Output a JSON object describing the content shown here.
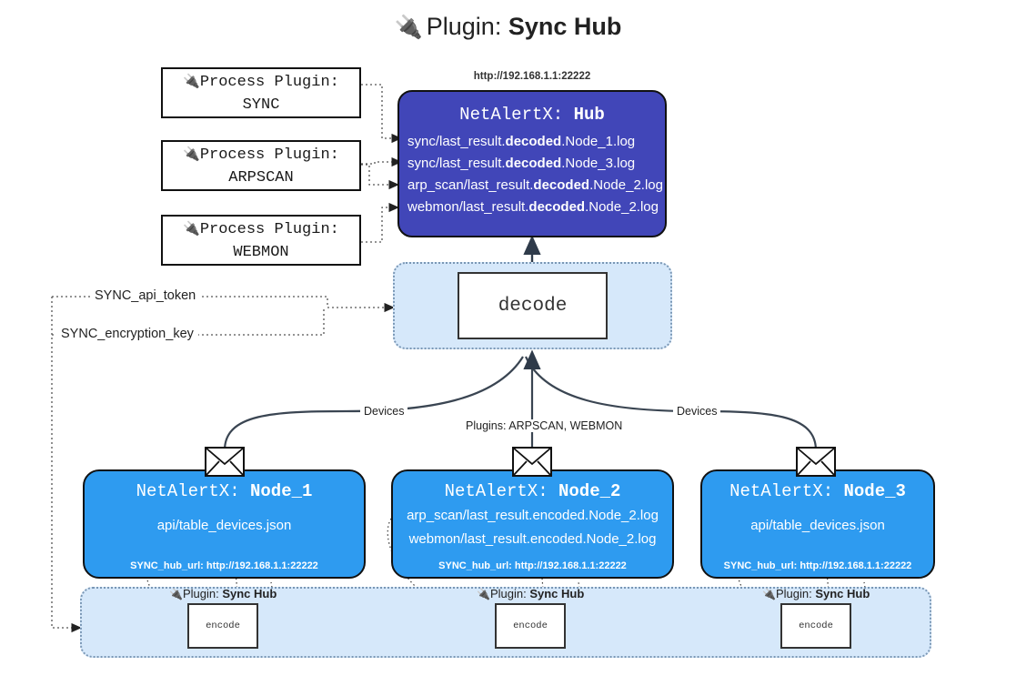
{
  "title": {
    "plug_icon": "plug-icon",
    "prefix": "Plugin: ",
    "name": "Sync Hub"
  },
  "process_plugins": [
    {
      "label": "Process Plugin:",
      "value": "SYNC",
      "icon": "plug-icon"
    },
    {
      "label": "Process Plugin:",
      "value": "ARPSCAN",
      "icon": "plug-icon"
    },
    {
      "label": "Process Plugin:",
      "value": "WEBMON",
      "icon": "plug-icon"
    }
  ],
  "hub": {
    "url": "http://192.168.1.1:22222",
    "title_prefix": "NetAlertX: ",
    "title_name": "Hub",
    "logs": [
      {
        "pre": "sync/last_result.",
        "bold": "decoded",
        "post": ".Node_1.log"
      },
      {
        "pre": "sync/last_result.",
        "bold": "decoded",
        "post": ".Node_3.log"
      },
      {
        "pre": "arp_scan/last_result.",
        "bold": "decoded",
        "post": ".Node_2.log"
      },
      {
        "pre": "webmon/last_result.",
        "bold": "decoded",
        "post": ".Node_2.log"
      }
    ]
  },
  "decode": {
    "label": "decode"
  },
  "secrets": [
    {
      "label": "SYNC_api_token"
    },
    {
      "label": "SYNC_encryption_key"
    }
  ],
  "edge_labels": {
    "devices_left": "Devices",
    "devices_right": "Devices",
    "plugins_center": "Plugins: ARPSCAN, WEBMON"
  },
  "nodes": [
    {
      "title_prefix": "NetAlertX: ",
      "title_name": "Node_1",
      "lines": [
        "api/table_devices.json"
      ],
      "hub_url": "SYNC_hub_url: http://192.168.1.1:22222",
      "envelope_icon": "envelope-icon"
    },
    {
      "title_prefix": "NetAlertX: ",
      "title_name": "Node_2",
      "lines": [
        "arp_scan/last_result.encoded.Node_2.log",
        "webmon/last_result.encoded.Node_2.log"
      ],
      "hub_url": "SYNC_hub_url: http://192.168.1.1:22222",
      "envelope_icon": "envelope-icon"
    },
    {
      "title_prefix": "NetAlertX: ",
      "title_name": "Node_3",
      "lines": [
        "api/table_devices.json"
      ],
      "hub_url": "SYNC_hub_url: http://192.168.1.1:22222",
      "envelope_icon": "envelope-icon"
    }
  ],
  "plugin_zones": [
    {
      "plug_icon": "plug-icon",
      "prefix": "Plugin: ",
      "name": "Sync Hub",
      "encode_label": "encode"
    },
    {
      "plug_icon": "plug-icon",
      "prefix": "Plugin: ",
      "name": "Sync Hub",
      "encode_label": "encode"
    },
    {
      "plug_icon": "plug-icon",
      "prefix": "Plugin: ",
      "name": "Sync Hub",
      "encode_label": "encode"
    }
  ],
  "colors": {
    "hub_blue": "#4146b8",
    "node_blue": "#2e9bf0",
    "zone_blue": "#d6e8fa",
    "zone_border": "#7a97b5",
    "stroke": "#333333"
  }
}
